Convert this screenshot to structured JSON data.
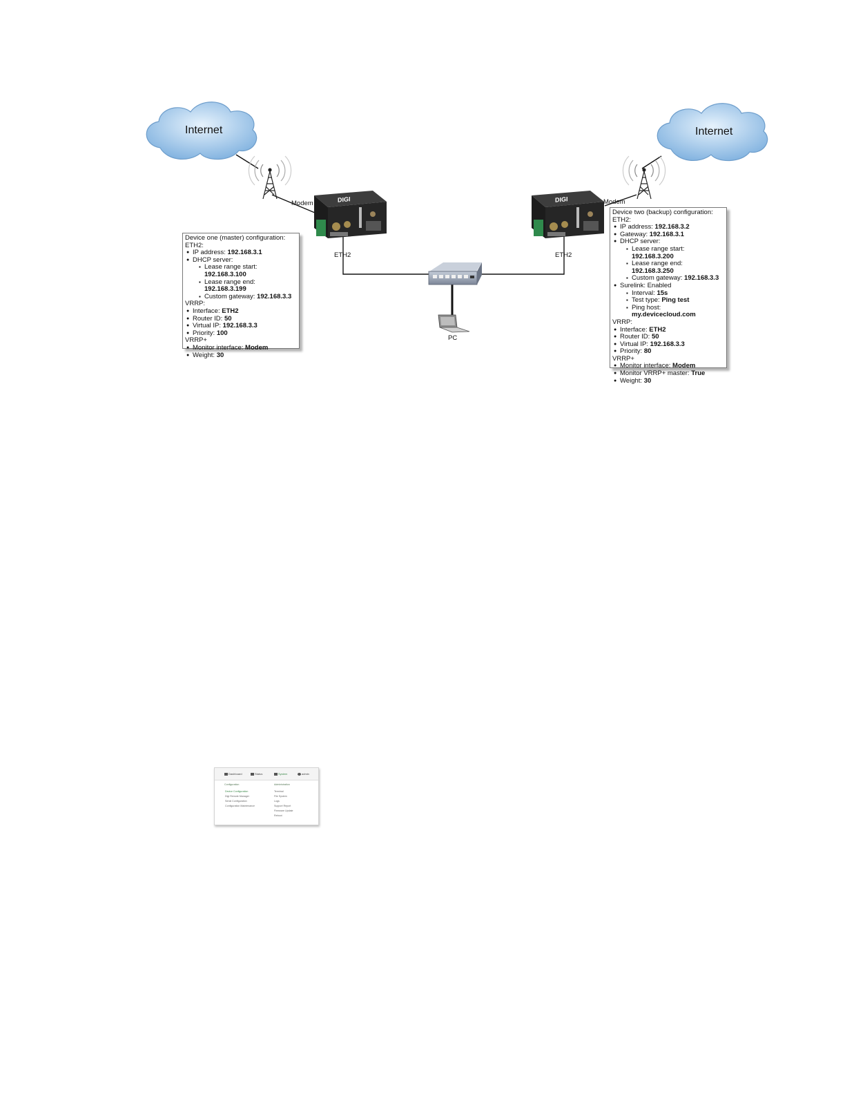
{
  "clouds": [
    {
      "id": "left",
      "label": "Internet"
    },
    {
      "id": "right",
      "label": "Internet"
    }
  ],
  "labels": {
    "modem_left": "Modem",
    "modem_right": "Modem",
    "eth2_left": "ETH2",
    "eth2_right": "ETH2",
    "pc": "PC",
    "logo": "DIGI"
  },
  "device_one": {
    "title": "Device one (master) configuration:",
    "eth2_header": "ETH2:",
    "ip_label": "IP address: ",
    "ip_value": "192.168.3.1",
    "dhcp_label": "DHCP server:",
    "lease_start_label": "Lease range start: ",
    "lease_start_value": "192.168.3.100",
    "lease_end_label": "Lease range end: ",
    "lease_end_value": "192.168.3.199",
    "gw_label": "Custom gateway: ",
    "gw_value": "192.168.3.3",
    "vrrp_header": "VRRP:",
    "iface_label": "Interface: ",
    "iface_value": "ETH2",
    "router_label": "Router ID: ",
    "router_value": "50",
    "vip_label": "Virtual IP: ",
    "vip_value": "192.168.3.3",
    "prio_label": "Priority: ",
    "prio_value": "100",
    "vrrpplus_header": "VRRP+",
    "mon_label": "Monitor interface: ",
    "mon_value": "Modem",
    "weight_label": "Weight: ",
    "weight_value": "30"
  },
  "device_two": {
    "title": "Device two (backup) configuration:",
    "eth2_header": "ETH2:",
    "ip_label": "IP address: ",
    "ip_value": "192.168.3.2",
    "gateway_label": "Gateway: ",
    "gateway_value": "192.168.3.1",
    "dhcp_label": "DHCP server:",
    "lease_start_label": "Lease range start: ",
    "lease_start_value": "192.168.3.200",
    "lease_end_label": "Lease range end: ",
    "lease_end_value": "192.168.3.250",
    "gw_label": "Custom gateway: ",
    "gw_value": "192.168.3.3",
    "surelink_label": "Surelink: Enabled",
    "interval_label": "Interval: ",
    "interval_value": "15s",
    "test_label": "Test type: ",
    "test_value": "Ping test",
    "host_label": "Ping host: ",
    "host_value": "my.devicecloud.com",
    "vrrp_header": "VRRP:",
    "iface_label": "Interface: ",
    "iface_value": "ETH2",
    "router_label": "Router ID: ",
    "router_value": "50",
    "vip_label": "Virtual IP: ",
    "vip_value": "192.168.3.3",
    "prio_label": "Priority: ",
    "prio_value": "80",
    "vrrpplus_header": "VRRP+",
    "mon_label": "Monitor interface: ",
    "mon_value": "Modem",
    "mon_master_label": "Monitor VRRP+ master: ",
    "mon_master_value": "True",
    "weight_label": "Weight: ",
    "weight_value": "30"
  },
  "menu": {
    "tabs": [
      "Dashboard",
      "Status",
      "System",
      "admin"
    ],
    "config_header": "Configuration",
    "admin_header": "Administration",
    "config_items": [
      "Device Configuration",
      "Digi Remote Manager",
      "Serial Configuration",
      "Configuration Maintenance"
    ],
    "admin_items": [
      "Terminal",
      "File System",
      "Logs",
      "Support Report",
      "Firmware Update",
      "Reboot"
    ]
  },
  "colors": {
    "cloud": "#8fbde6",
    "cloud_edge": "#5f93c4",
    "device": "#2a2a2a",
    "switch": "#8c96a6"
  }
}
